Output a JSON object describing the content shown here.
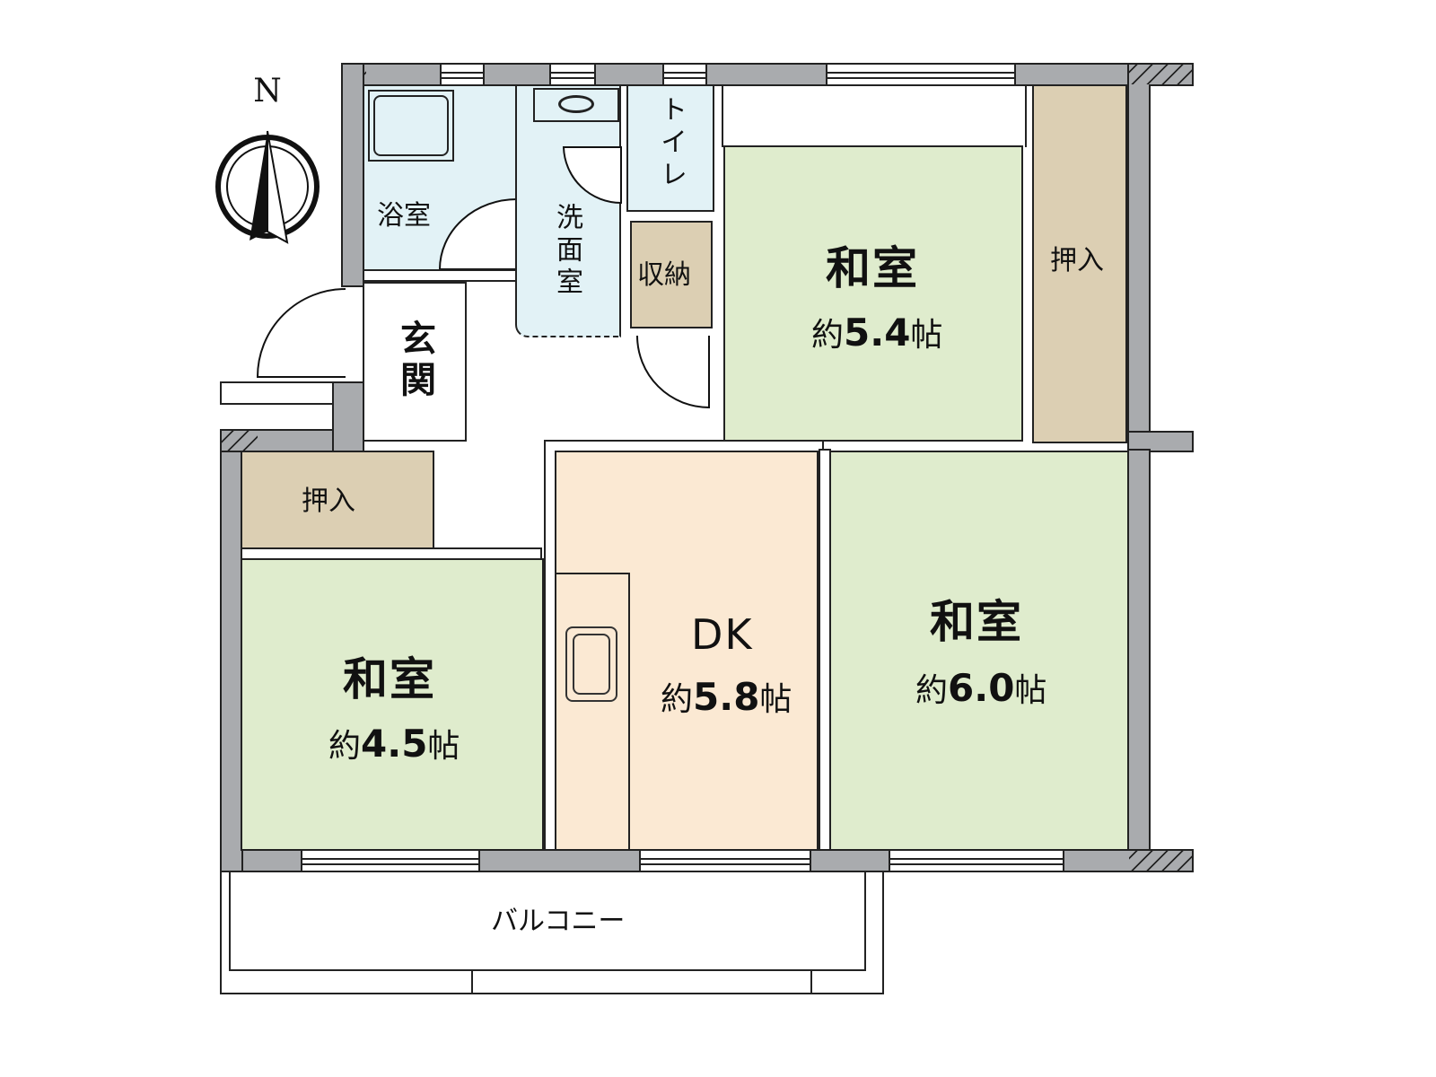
{
  "compass": {
    "label": "N"
  },
  "rooms": {
    "bath": {
      "label": "浴室"
    },
    "washroom": {
      "label": "洗面室"
    },
    "toilet": {
      "label": "トイレ"
    },
    "storage": {
      "label": "収納"
    },
    "entrance": {
      "label": "玄関"
    },
    "closet_ne": {
      "label": "押入"
    },
    "closet_w": {
      "label": "押入"
    },
    "washitsu_ne": {
      "label": "和室",
      "area_prefix": "約",
      "area": "5.4",
      "unit": "帖"
    },
    "washitsu_w": {
      "label": "和室",
      "area_prefix": "約",
      "area": "4.5",
      "unit": "帖"
    },
    "dk": {
      "label": "DK",
      "area_prefix": "約",
      "area": "5.8",
      "unit": "帖"
    },
    "washitsu_e": {
      "label": "和室",
      "area_prefix": "約",
      "area": "6.0",
      "unit": "帖"
    },
    "balcony": {
      "label": "バルコニー"
    }
  },
  "colors": {
    "tatami": "#dfeccd",
    "wet_area": "#e2f2f6",
    "closet": "#dccfb3",
    "dk": "#fbe9d3",
    "wall": "#a9abae"
  }
}
